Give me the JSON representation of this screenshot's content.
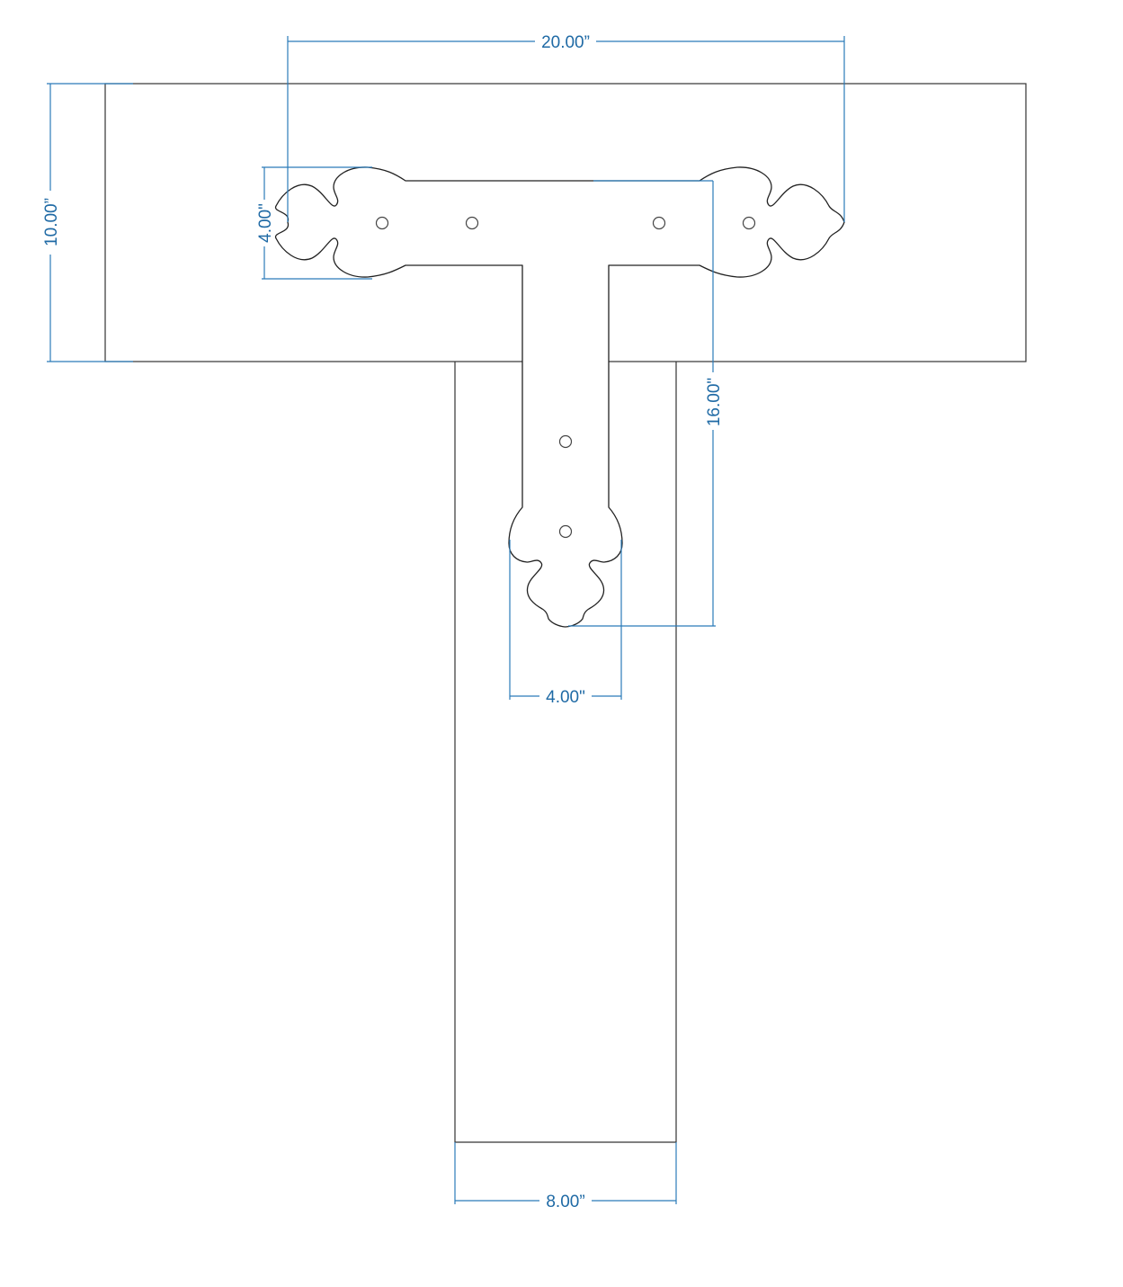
{
  "drawing": {
    "colors": {
      "outline": "#333333",
      "dimension": "#2b7bb9",
      "dimension_text": "#1f6aa5",
      "background": "#ffffff"
    },
    "parts": {
      "beam": "horizontal beam",
      "post": "vertical post",
      "bracket": "T-hinge strap with fleur-de-lis ends"
    },
    "dimensions": {
      "overall_strap_width": "20.00”",
      "beam_height": "10.00”",
      "strap_end_height": "4.00\"",
      "strap_stem_length": "16.00\"",
      "stem_end_width": "4.00\"",
      "post_width": "8.00”"
    }
  }
}
